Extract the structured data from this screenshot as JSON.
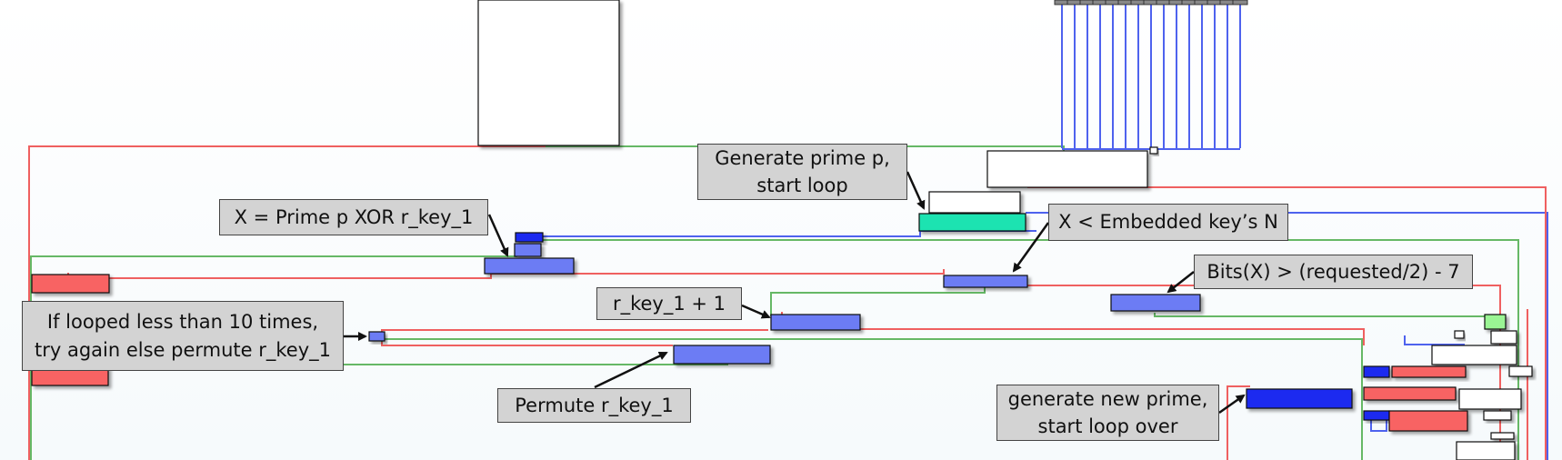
{
  "colors": {
    "true_edge": "#ef6060",
    "false_edge": "#66b866",
    "flow_edge": "#4e62ee",
    "block_blue": "#6c7cf4",
    "block_dark_blue": "#1f2cf0",
    "block_red": "#f86464",
    "block_teal": "#1fe3b1",
    "block_green": "#9af594",
    "block_white": "#ffffff",
    "callout_bg": "#d3d3d3"
  },
  "annotations": {
    "generate_prime": {
      "line1": "Generate prime p,",
      "line2": "start loop"
    },
    "xor": {
      "text": "X = Prime p XOR r_key_1"
    },
    "x_less": {
      "text": "X < Embedded key’s N"
    },
    "bits": {
      "text": "Bits(X) > (requested/2) - 7"
    },
    "rkey_inc": {
      "text": "r_key_1 + 1"
    },
    "looped": {
      "line1": "If looped less than 10 times,",
      "line2": "try again else permute r_key_1"
    },
    "permute": {
      "text": "Permute r_key_1"
    },
    "new_prime": {
      "line1": "generate new prime,",
      "line2": "start loop over"
    }
  }
}
